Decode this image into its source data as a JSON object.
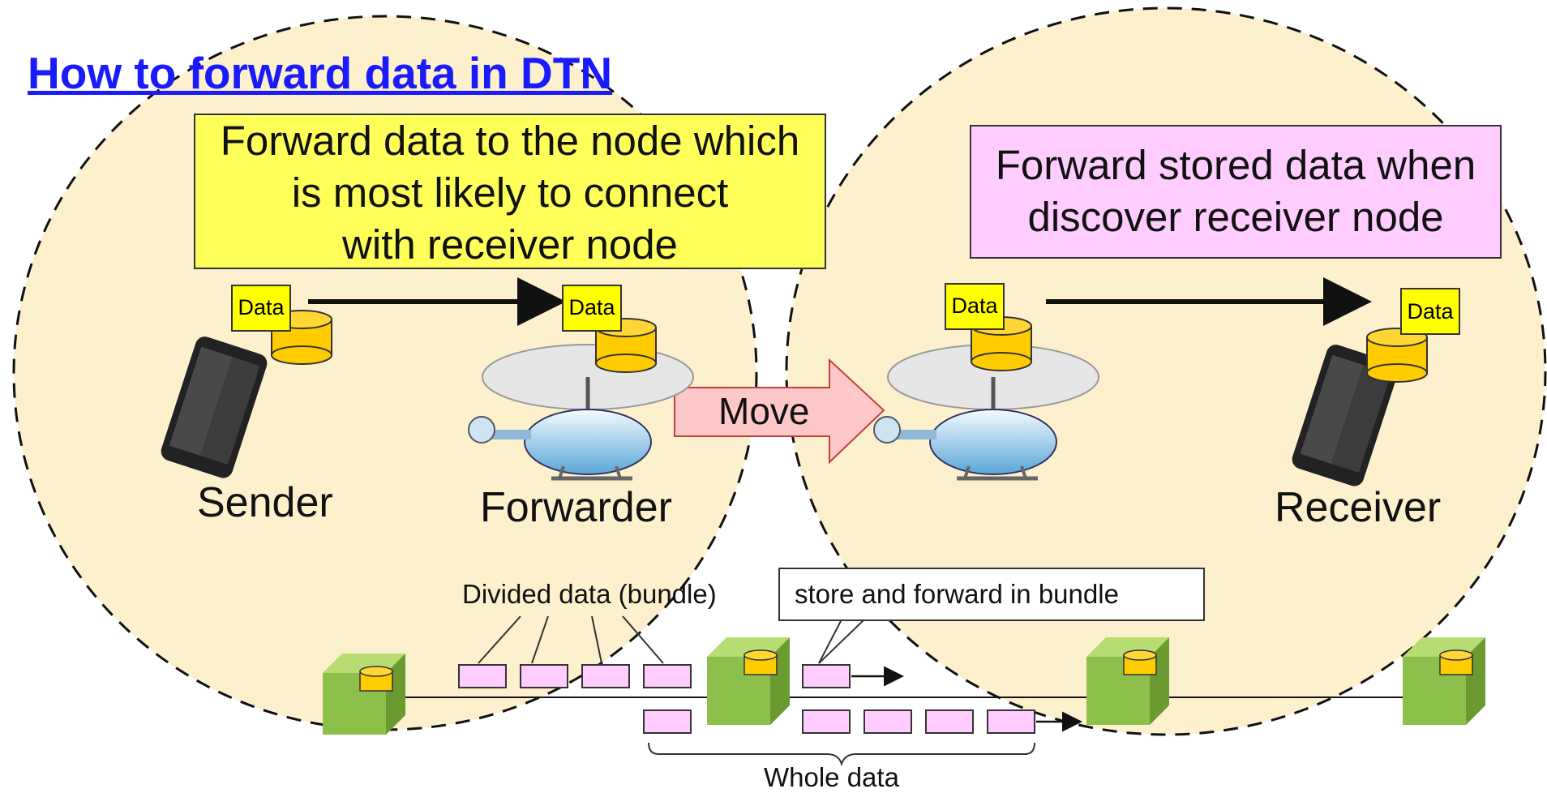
{
  "title": "How to forward data in DTN",
  "box_left": {
    "line1": "Forward data to the node which",
    "line2": "is most likely to connect",
    "line3": "with receiver node"
  },
  "box_right": {
    "line1": "Forward stored data when",
    "line2": "discover receiver node"
  },
  "move_label": "Move",
  "data_tag": "Data",
  "nodes": {
    "sender": "Sender",
    "forwarder": "Forwarder",
    "receiver": "Receiver"
  },
  "divided_label": "Divided data (bundle)",
  "callout": "store and forward  in bundle",
  "whole_label": "Whole data",
  "colors": {
    "circle_fill": "#fdf0cc",
    "box_yellow": "#ffff59",
    "box_pink": "#ffccff",
    "move_arrow": "#ffc8c8",
    "bundle": "#ffccff",
    "cylinder": "#ffcc00",
    "node_cube": "#8cc04a",
    "title": "#1a1aff"
  }
}
